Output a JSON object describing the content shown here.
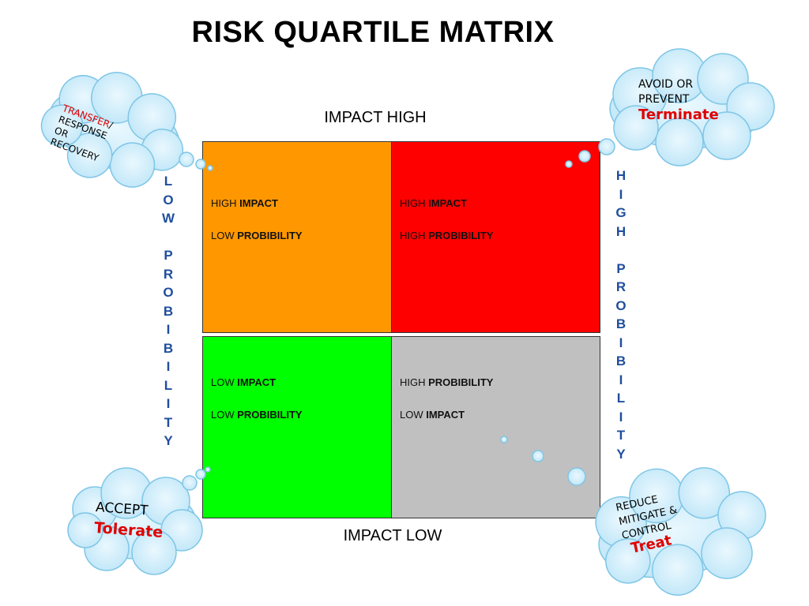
{
  "title": "RISK QUARTILE MATRIX",
  "axis": {
    "top": "IMPACT HIGH",
    "bottom": "IMPACT LOW",
    "left": "LOW PROBIBILITY",
    "right": "HIGH PROBIBILITY"
  },
  "quadrants": {
    "top_left": {
      "color": "#ff9800",
      "line1_pre": "HIGH ",
      "line1_bold": "IMPACT",
      "line2_pre": "LOW ",
      "line2_bold": "PROBIBILITY"
    },
    "top_right": {
      "color": "#ff0000",
      "line1_pre": "HIGH ",
      "line1_bold": "IMPACT",
      "line2_pre": "HIGH ",
      "line2_bold": "PROBIBILITY"
    },
    "bottom_left": {
      "color": "#00ff00",
      "line1_pre": "LOW ",
      "line1_bold": "IMPACT",
      "line2_pre": "LOW ",
      "line2_bold": "PROBIBILITY"
    },
    "bottom_right": {
      "color": "#c0c0c0",
      "line1_pre": "HIGH ",
      "line1_bold": "PROBIBILITY",
      "line2_pre": "LOW ",
      "line2_bold": "IMPACT"
    }
  },
  "clouds": {
    "transfer": {
      "highlight": "TRANSFER",
      "rest": "/",
      "line2": "RESPONSE",
      "line3": "OR",
      "line4": "RECOVERY"
    },
    "avoid": {
      "line1": "AVOID OR",
      "line2": "PREVENT",
      "highlight": "Terminate"
    },
    "accept": {
      "line1": "ACCEPT",
      "highlight": "Tolerate"
    },
    "reduce": {
      "line1": "REDUCE",
      "line2": "MITIGATE &",
      "line3": "CONTROL",
      "highlight": "Treat"
    }
  },
  "colors": {
    "cloud_fill": "#cfeefb",
    "cloud_stroke": "#7fc6e6",
    "axis_vertical": "#1f4e9c",
    "highlight": "#e00000"
  }
}
